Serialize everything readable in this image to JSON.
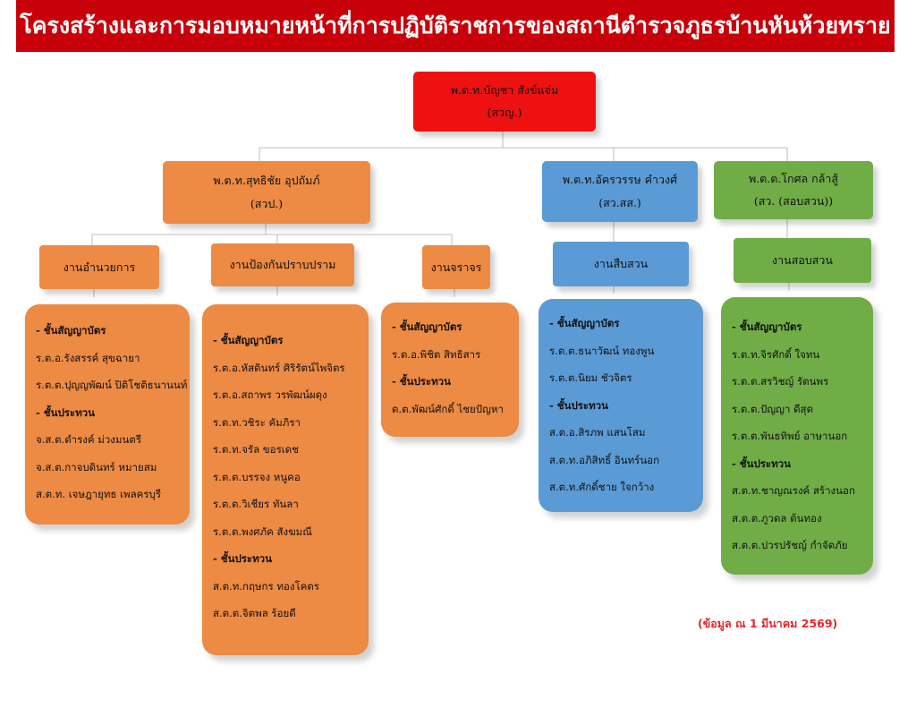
{
  "title": "โครงสร้างและการมอบหมายหน้าที่การปฏิบัติราชการของสถานีตำรวจภูธรบ้านหันห้วยทราย",
  "colors": {
    "banner": "#c8000a",
    "head": "#ee1111",
    "orange": "#ed8a43",
    "blue": "#5b9bd5",
    "green": "#71ad47",
    "note": "#e8242a"
  },
  "head": {
    "name": "พ.ต.ท.บัญชา สังข์แจ่ม",
    "role": "(สวญ.)"
  },
  "deputies": [
    {
      "name": "พ.ต.ท.สุทธิชัย อุปถัมภ์",
      "role": "(สวป.)"
    },
    {
      "name": "พ.ต.ท.อัครวรรษ คำวงศ์",
      "role": "(สว.สส.)"
    },
    {
      "name": "พ.ต.ต.โกศล กล้าสู้",
      "role": "(สว. (สอบสวน))"
    }
  ],
  "units": [
    {
      "label": "งานอำนวยการ"
    },
    {
      "label": "งานป้องกันปราบปราม"
    },
    {
      "label": "งานจราจร"
    },
    {
      "label": "งานสืบสวน"
    },
    {
      "label": "งานสอบสวน"
    }
  ],
  "cards": [
    {
      "lines": [
        "- ชั้นสัญญาบัตร",
        "ร.ต.อ.รังสรรค์ สุขฉายา",
        "ร.ต.ต.ปุญญพัฒน์ ปิติโชติธนานนท์",
        "- ชั้นประทวน",
        "จ.ส.ต.ดำรงค์ ม่วงมนตรี",
        "จ.ส.ต.กาจบดินทร์ หมายสม",
        "ส.ต.ท. เจษฎายุทธ เพลครบุรี"
      ]
    },
    {
      "lines": [
        "- ชั้นสัญญาบัตร",
        "ร.ต.อ.หัสดินทร์ ศิริรัตน์ไพจิตร",
        "ร.ต.อ.สถาพร วรพัฒน์ผดุง",
        "ร.ต.ท.วชิระ คัมภิรา",
        "ร.ต.ท.จรัล ขอรเดช",
        "ร.ต.ต.บรรจง หนูคอ",
        "ร.ต.ต.วิเชียร ทันลา",
        "ร.ต.ต.พงศภัค สังฆมณี",
        "- ชั้นประทวน",
        "ส.ต.ท.กฤษกร ทองโคตร",
        "ส.ต.ต.จิตพล ร้อยดี"
      ]
    },
    {
      "lines": [
        "- ชั้นสัญญาบัตร",
        "ร.ต.อ.พิชิต  สิทธิสาร",
        "- ชั้นประทวน",
        "ด.ต.พัฒน์ศักดิ์ ไชยปัญหา"
      ]
    },
    {
      "lines": [
        "- ชั้นสัญญาบัตร",
        "ร.ต.ต.ธนาวัฒน์ ทองพูน",
        "ร.ต.ต.นิยม ชัวจิตร",
        "- ชั้นประทวน",
        "ส.ต.อ.สิรภพ แสนโสม",
        "ส.ต.ท.อภิสิทธิ์ อินทร์นอก",
        "ส.ต.ท.ศักดิ์ชาย ใจกว้าง"
      ]
    },
    {
      "lines": [
        "- ชั้นสัญญาบัตร",
        "ร.ต.ท.จิรศักดิ์ ใจทน",
        "ร.ต.ต.สรวิชญ์ รัตนพร",
        "ร.ต.ต.ปัญญา ดีสุด",
        "ร.ต.ต.พันธทิพย์ อาษานอก",
        "- ชั้นประทวน",
        "ส.ต.ท.ชาญณรงค์ สร้างนอก",
        "ส.ต.ต.ภูวดล ต้นทอง",
        "ส.ต.ต.ปวรปรัชญ์ กำจัดภัย"
      ]
    }
  ],
  "note": "(ข้อมูล ณ 1 มีนาคม 2569)"
}
